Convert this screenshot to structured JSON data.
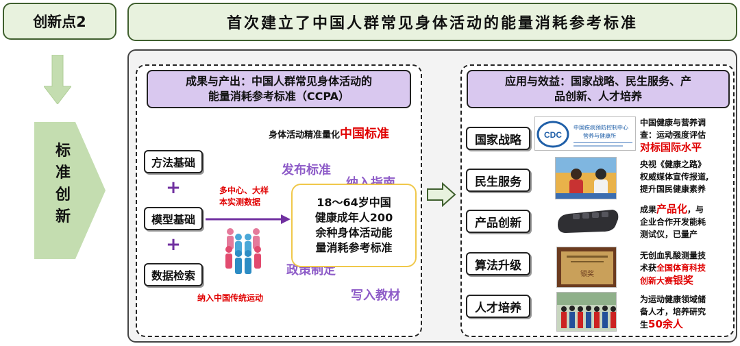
{
  "tag": "创新点2",
  "title": "首次建立了中国人群常见身体活动的能量消耗参考标准",
  "side_label": [
    "标",
    "准",
    "创",
    "新"
  ],
  "left": {
    "header_line1": "成果与产出：中国人群常见身体活动的",
    "header_line2": "能量消耗参考标准（CCPA）",
    "standard_prefix": "身体活动精准量化",
    "standard_red": "中国标准",
    "pills": [
      "方法基础",
      "模型基础",
      "数据检索"
    ],
    "plus": "+",
    "data_note_line1": "多中心、大样",
    "data_note_line2": "本实测数据",
    "bottom_note": "纳入中国传统运动",
    "center_line1": "18～64岁中国",
    "center_line2": "健康成年人200",
    "center_line3": "余种身体活动能",
    "center_line4": "量消耗参考标准",
    "labels": {
      "publish": "发布标准",
      "guide": "纳入指南",
      "policy": "政策制定",
      "textbook": "写入教材"
    }
  },
  "right": {
    "header_line1": "应用与效益：国家战略、民生服务、产",
    "header_line2": "品创新、人才培养",
    "pills": [
      "国家战略",
      "民生服务",
      "产品创新",
      "算法升级",
      "人才培养"
    ],
    "cdc": {
      "logo_text": "CDC",
      "cn_name1": "中国疾病预防控制中心",
      "cn_name2": "营养与健康所"
    },
    "award_text": "银奖",
    "items": [
      {
        "l1": "中国健康与营养调",
        "l2": "查：运动强度评估",
        "red": "对标国际水平"
      },
      {
        "l1": "央视《健康之路》",
        "l2": "权威媒体宣传报道,",
        "l3": "提升国民健康素养"
      },
      {
        "pre": "成果",
        "red": "产品化",
        "post": "，与",
        "l2": "企业合作开发能耗",
        "l3": "测试仪，已量产"
      },
      {
        "l1": "无创血乳酸测量技",
        "l2_pre": "术获",
        "l2_red": "全国体育科技",
        "l3_red": "创新大赛",
        "l3_big": "银奖"
      },
      {
        "l1": "为运动健康领域储",
        "l2": "备人才，培养研究",
        "l3_pre": "生",
        "l3_red": "50余人"
      }
    ]
  },
  "colors": {
    "green_fill": "#e8f2de",
    "green_border": "#3f5f2e",
    "purple_fill": "#d9c8ef",
    "purple_text": "#8e5cc8",
    "plus_purple": "#7030a0",
    "red": "#e00000",
    "yellow_border": "#f0c84a",
    "arrow_green": "#c4ddb0"
  }
}
